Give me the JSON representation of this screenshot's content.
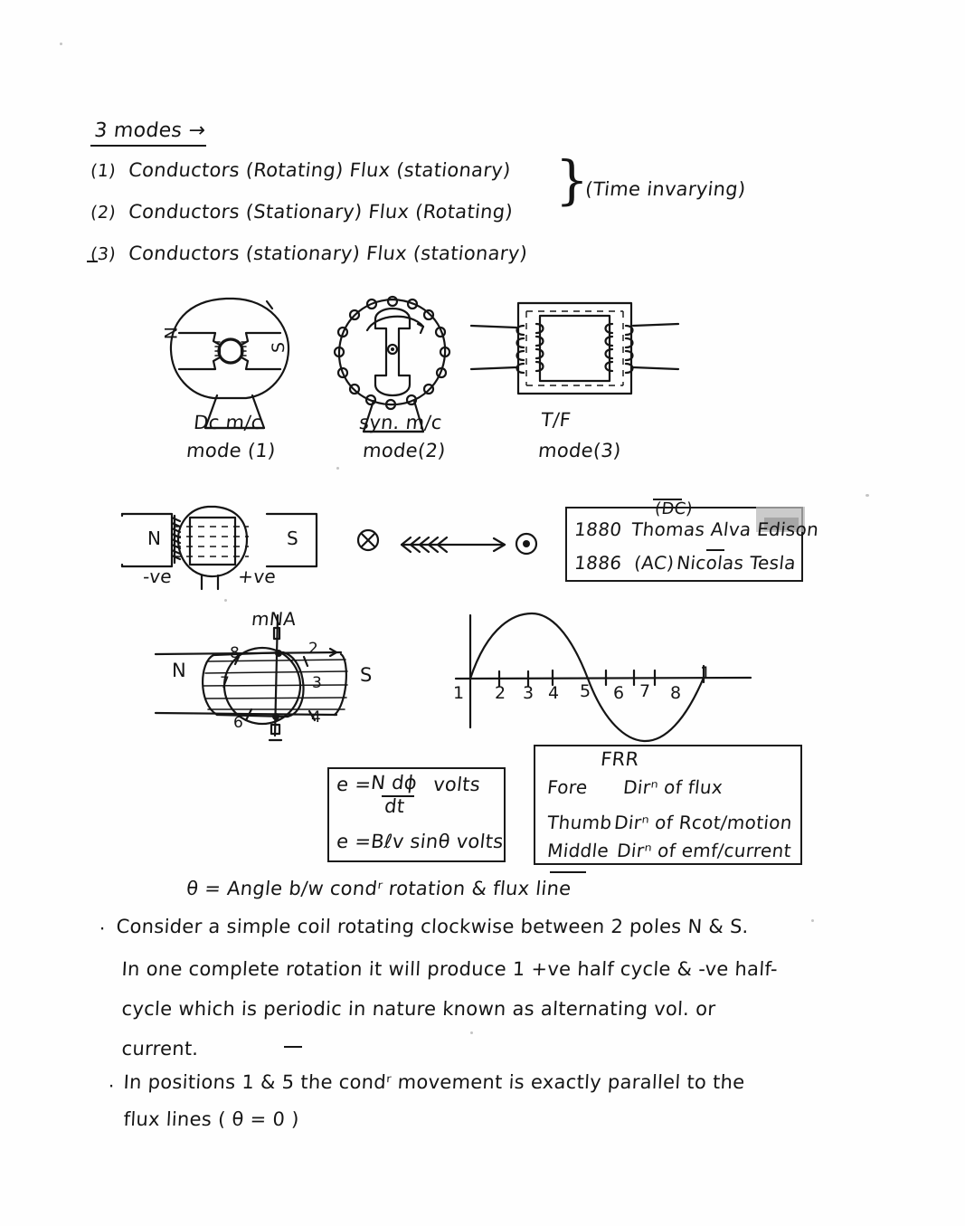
{
  "page": {
    "kind": "handwritten-notes",
    "subject": "Electrical machines - EMF generation",
    "ink_color": "#151515",
    "paper_color": "#fefefe"
  },
  "heading": {
    "title": "3 modes →"
  },
  "modes": {
    "items": [
      {
        "num": "(1)",
        "text": "Conductors (Rotating)   Flux (stationary)"
      },
      {
        "num": "(2)",
        "text": "Conductors (Stationary)  Flux (Rotating)"
      },
      {
        "num": "(3)",
        "text": "Conductors (stationary)  Flux (stationary)"
      }
    ],
    "brace_note": "(Time invarying)"
  },
  "machine_figures": [
    {
      "name": "dc-machine",
      "line1": "Dc m/c",
      "line2": "mode (1)",
      "pole_left": "N",
      "pole_right": "S"
    },
    {
      "name": "synchronous-machine",
      "line1": "syn. m/c",
      "line2": "mode(2)"
    },
    {
      "name": "transformer",
      "line1": "T/F",
      "line2": "mode(3)"
    }
  ],
  "coil_figure": {
    "pole_left": "N",
    "pole_right": "S",
    "terminal_left": "-ve",
    "terminal_right": "+ve",
    "into_page_symbol": "⊗",
    "out_of_page_symbol": "⊙"
  },
  "history_box": {
    "header": "(DC)",
    "rows": [
      {
        "year": "1880",
        "name": "Thomas Alva Edison"
      },
      {
        "year": "1886",
        "type": "(AC)",
        "name": "Nicolas Tesla"
      }
    ]
  },
  "mna_figure": {
    "label": "mNA",
    "pole_left": "N",
    "pole_right": "S",
    "positions": [
      "8",
      "2",
      "7",
      "3",
      "6",
      "4"
    ]
  },
  "waveform": {
    "type": "sine",
    "tick_labels": [
      "1",
      "2",
      "3",
      "4",
      "5",
      "6",
      "7",
      "8",
      "1"
    ],
    "description": "one complete cycle: positive half then negative half"
  },
  "formula_box": {
    "lines": [
      {
        "lhs": "e =",
        "num": "N dϕ",
        "den": "dt",
        "unit": "volts"
      },
      {
        "lhs": "e =",
        "expr": "Bℓv sinθ volts"
      }
    ]
  },
  "frr_box": {
    "title": "FRR",
    "rows": [
      {
        "finger": "Fore",
        "meaning": "Dirⁿ of flux"
      },
      {
        "finger": "Thumb",
        "meaning": "Dirⁿ of Rcot/motion"
      },
      {
        "finger": "Middle",
        "meaning": "Dirⁿ of emf/current"
      }
    ]
  },
  "theta_note": "θ = Angle b/w condʳ rotation & flux line",
  "body_text": {
    "bullet1_marker": "⋅",
    "bullet1": [
      "Consider a simple coil rotating clockwise between 2 poles N & S.",
      "In one complete rotation it will produce 1 +ve half cycle & -ve half-",
      "cycle which is periodic in nature known as alternating vol. or",
      "current."
    ],
    "bullet2_marker": "⋅",
    "bullet2": [
      "In positions 1 & 5 the condʳ movement is exactly parallel to the",
      "flux lines ( θ = 0 )"
    ]
  }
}
